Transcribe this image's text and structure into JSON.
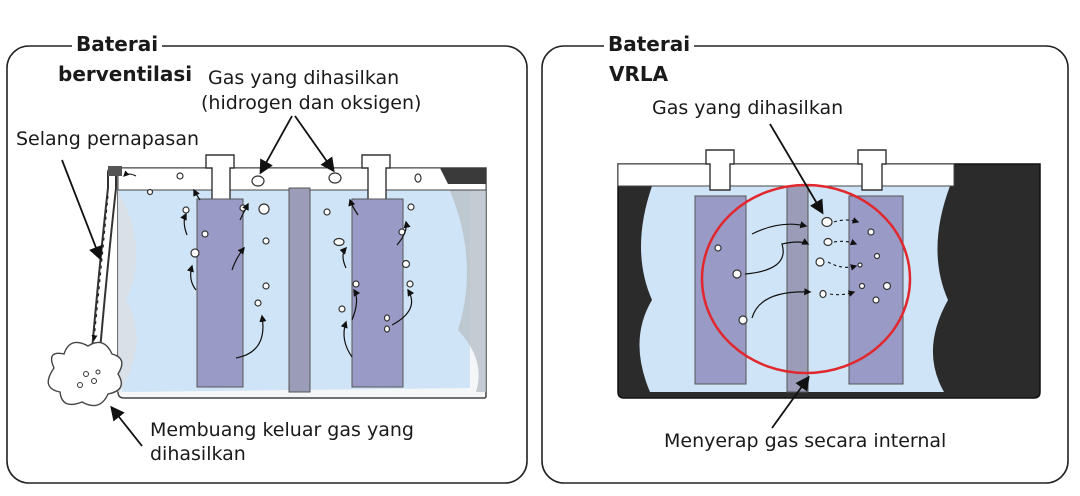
{
  "left_panel": {
    "title_line1": "Baterai",
    "title_line2": "berventilasi",
    "gas_line1": "Gas yang dihasilkan",
    "gas_line2": "(hidrogen dan oksigen)",
    "hose_label": "Selang pernapasan",
    "exhaust_line1": "Membuang keluar gas yang",
    "exhaust_line2": "dihasilkan"
  },
  "right_panel": {
    "title_line1": "Baterai",
    "title_line2": "VRLA",
    "gas_label": "Gas yang dihasilkan",
    "absorb_label": "Menyerap gas secara internal"
  },
  "colors": {
    "electrolyte": "#cfe4f6",
    "plate": "#9a9ac6",
    "separator": "#9a9cb8",
    "vrla_case": "#2b2b2b",
    "highlight_ring": "#e0282e"
  }
}
